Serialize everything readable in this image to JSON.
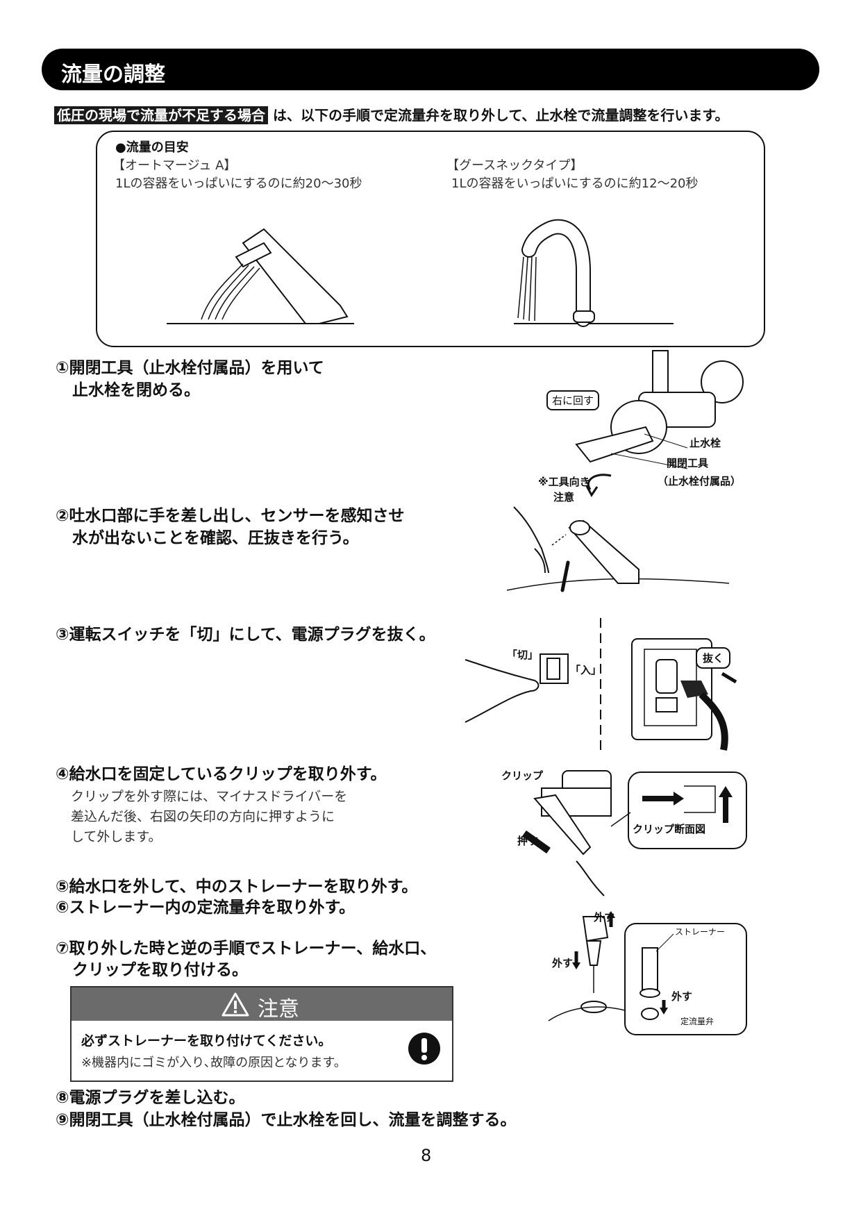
{
  "header": {
    "title": "流量の調整"
  },
  "intro": {
    "highlight": "低圧の現場で流量が不足する場合",
    "text": "は、以下の手順で定流量弁を取り外して、止水栓で流量調整を行います。"
  },
  "flow_guide": {
    "heading": "●流量の目安",
    "left": {
      "type": "【オートマージュ A】",
      "desc": "1Lの容器をいっぱいにするのに約20〜30秒"
    },
    "right": {
      "type": "【グースネックタイプ】",
      "desc": "1Lの容器をいっぱいにするのに約12〜20秒"
    }
  },
  "steps": {
    "s1_l1": "①開閉工具（止水栓付属品）を用いて",
    "s1_l2": "止水栓を閉める。",
    "s2_l1": "②吐水口部に手を差し出し、センサーを感知させ",
    "s2_l2": "水が出ないことを確認、圧抜きを行う。",
    "s3": "③運転スイッチを「切」にして、電源プラグを抜く。",
    "s4": "④給水口を固定しているクリップを取り外す。",
    "s4_sub1": "クリップを外す際には、マイナスドライバーを",
    "s4_sub2": "差込んだ後、右図の矢印の方向に押すように",
    "s4_sub3": "して外します。",
    "s5": "⑤給水口を外して、中のストレーナーを取り外す。",
    "s6": "⑥ストレーナー内の定流量弁を取り外す。",
    "s7_l1": "⑦取り外した時と逆の手順でストレーナー、給水口、",
    "s7_l2": "クリップを取り付ける。",
    "s8": "⑧電源プラグを差し込む。",
    "s9": "⑨開閉工具（止水栓付属品）で止水栓を回し、流量を調整する。"
  },
  "caution": {
    "title": "注意",
    "line1": "必ずストレーナーを取り付けてください。",
    "line2": "※機器内にゴミが入り､故障の原因となります。"
  },
  "fig1": {
    "turn_right": "右に回す",
    "valve": "止水栓",
    "tool": "開閉工具",
    "tool_note": "（止水栓付属品）",
    "direction_note_1": "※工具向き",
    "direction_note_2": "注意"
  },
  "fig3": {
    "off": "「切」",
    "on": "「入」",
    "pull": "抜く"
  },
  "fig4": {
    "clip": "クリップ",
    "push": "押す",
    "section": "クリップ断面図"
  },
  "fig5": {
    "remove_1": "外す",
    "remove_2": "外す",
    "remove_3": "外す",
    "strainer": "ストレーナー",
    "valve": "定流量弁"
  },
  "page_number": "8"
}
